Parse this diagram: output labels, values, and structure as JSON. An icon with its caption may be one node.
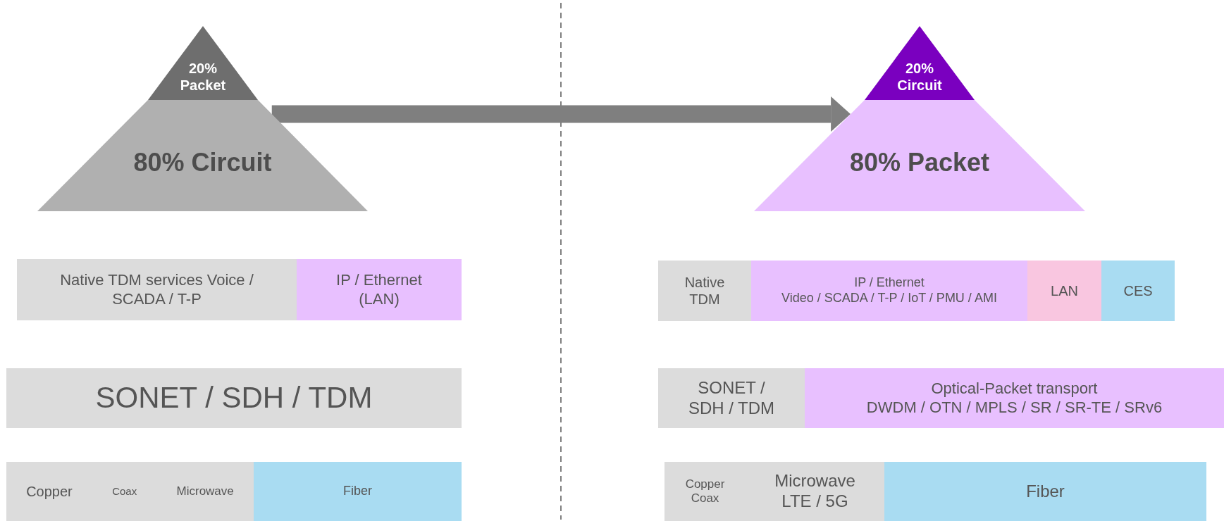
{
  "diagram": {
    "nodes": [
      {
        "text": [
          "20% Packet"
        ]
      },
      {
        "text": [
          "80% Circuit"
        ]
      },
      {
        "text": [
          "Native TDM services Voice / SCADA / T-P"
        ]
      },
      {
        "text": [
          "IP / Ethernet (LAN)"
        ]
      },
      {
        "text": [
          "SONET / SDH / TDM"
        ]
      },
      {
        "text": [
          "Copper",
          "Coax",
          "Microwave"
        ]
      },
      {
        "text": [
          "Fiber"
        ]
      },
      {
        "text": [
          "20% Circuit"
        ]
      },
      {
        "text": [
          "80% Packet"
        ]
      },
      {
        "text": [
          "Native TDM"
        ]
      },
      {
        "text": [
          "IP / Ethernet",
          "Video / SCADA / T-P / IoT / PMU / AMI"
        ]
      },
      {
        "text": [
          "LAN"
        ]
      },
      {
        "text": [
          "CES"
        ]
      },
      {
        "text": [
          "SONET / SDH / TDM"
        ]
      },
      {
        "text": [
          "Optical-Packet transport",
          "DWDM / OTN / MPLS / SR / SR-TE / SRv6"
        ]
      },
      {
        "text": [
          "Copper Coax"
        ]
      },
      {
        "text": [
          "Microwave LTE / 5G"
        ]
      },
      {
        "text": [
          "Fiber"
        ]
      }
    ],
    "edges": [
      {
        "from": 1,
        "to": 8,
        "arrow": "to"
      }
    ]
  }
}
